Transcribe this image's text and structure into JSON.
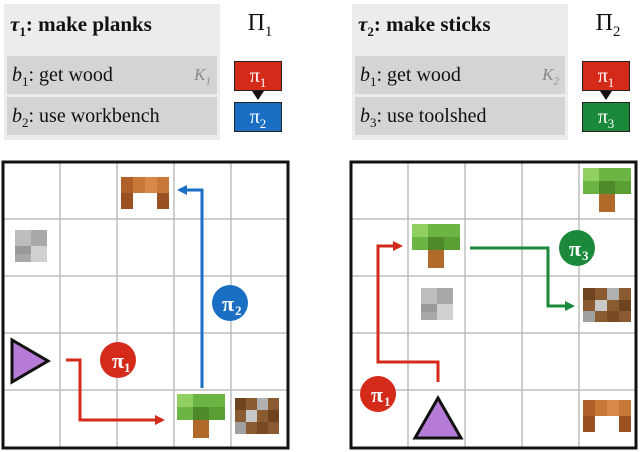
{
  "tasks": [
    {
      "id": "tau1",
      "title_sym": "τ",
      "title_sub": "1",
      "title_text": ": make planks",
      "pi_label": "Π",
      "pi_sub": "1",
      "k_label": "K",
      "k_sub": "1",
      "rows": [
        {
          "b": "b",
          "sub": "1",
          "text": ": get wood"
        },
        {
          "b": "b",
          "sub": "2",
          "text": ": use workbench"
        }
      ],
      "policies": [
        {
          "label": "π",
          "sub": "1",
          "color": "#d42a1a"
        },
        {
          "label": "π",
          "sub": "2",
          "color": "#1a6fc4"
        }
      ]
    },
    {
      "id": "tau2",
      "title_sym": "τ",
      "title_sub": "2",
      "title_text": ": make sticks",
      "pi_label": "Π",
      "pi_sub": "2",
      "k_label": "K",
      "k_sub": "2",
      "rows": [
        {
          "b": "b",
          "sub": "1",
          "text": ": get wood"
        },
        {
          "b": "b",
          "sub": "3",
          "text": ": use toolshed"
        }
      ],
      "policies": [
        {
          "label": "π",
          "sub": "1",
          "color": "#d42a1a"
        },
        {
          "label": "π",
          "sub": "3",
          "color": "#1a8a3a"
        }
      ]
    }
  ],
  "colors": {
    "red": "#d42a1a",
    "blue": "#1a6fc4",
    "green": "#1a8a3a",
    "agent": "#b57bd6",
    "grid_line": "#bdbdbd"
  },
  "path_labels": {
    "left_red": {
      "label": "π",
      "sub": "1"
    },
    "left_blue": {
      "label": "π",
      "sub": "2"
    },
    "right_red": {
      "label": "π",
      "sub": "1"
    },
    "right_green": {
      "label": "π",
      "sub": "3"
    }
  },
  "icons": [
    "agent-triangle-icon",
    "tree-icon",
    "workbench-icon",
    "stone-icon",
    "toolshed-icon"
  ]
}
